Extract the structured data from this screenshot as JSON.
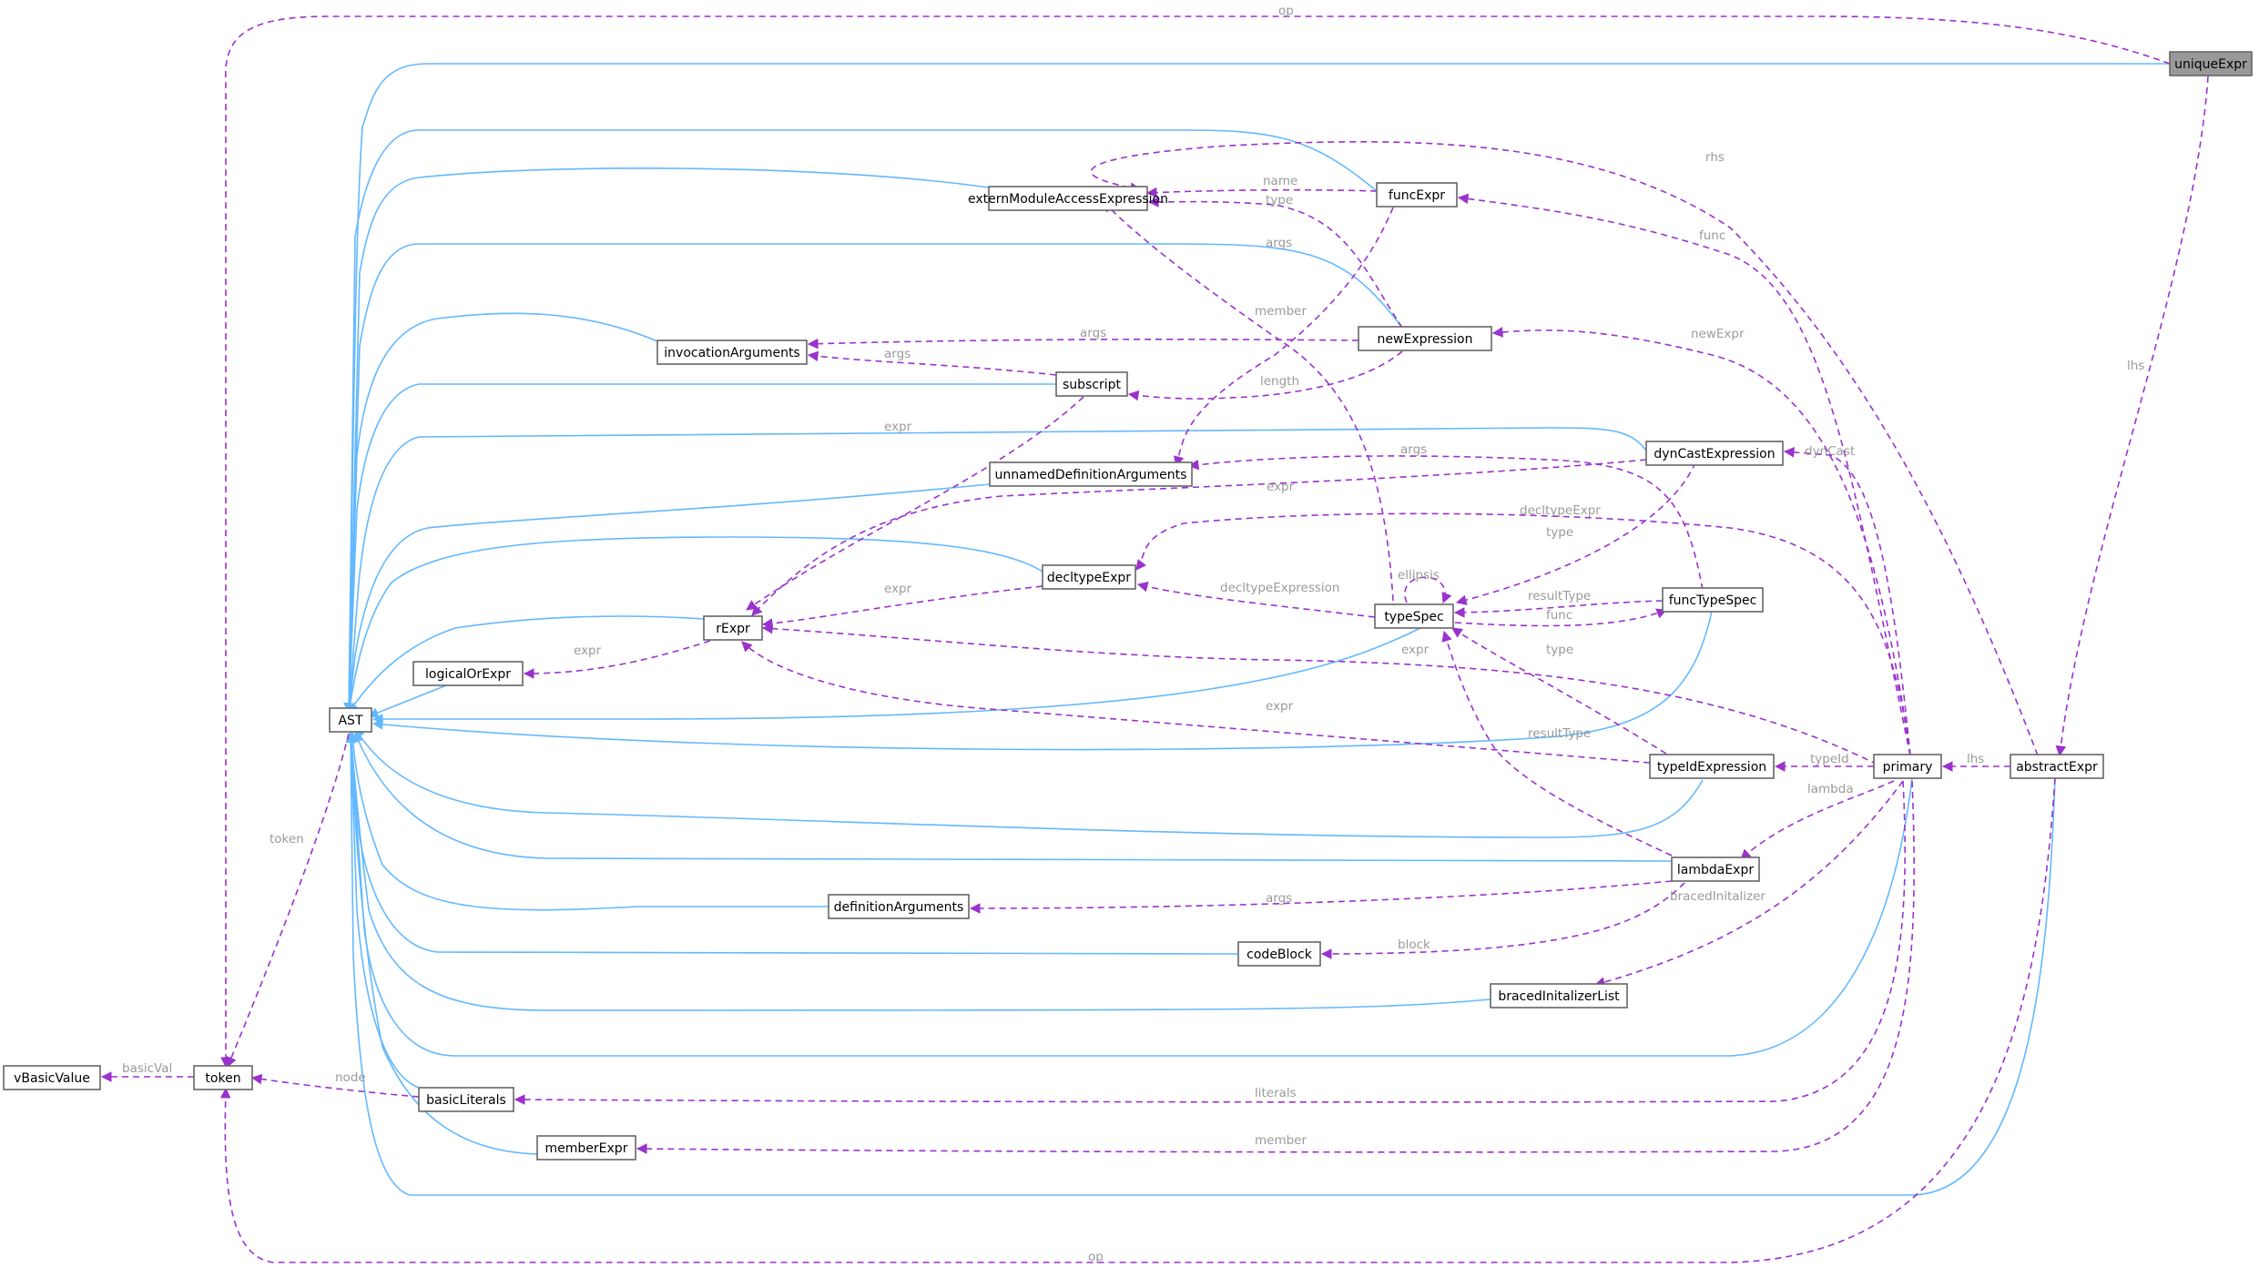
{
  "colors": {
    "inheritance_edge": "#63b8ff",
    "usage_edge": "#9a32cd",
    "edge_label": "#9a9a9a",
    "node_border": "#666666",
    "highlight_fill": "#999999"
  },
  "nodes": {
    "uniqueExpr": "uniqueExpr",
    "AST": "AST",
    "token": "token",
    "vBasicValue": "vBasicValue",
    "externModuleAccessExpression": "externModuleAccessExpression",
    "funcExpr": "funcExpr",
    "invocationArguments": "invocationArguments",
    "newExpression": "newExpression",
    "subscript": "subscript",
    "unnamedDefinitionArguments": "unnamedDefinitionArguments",
    "dynCastExpression": "dynCastExpression",
    "decltypeExpr": "decltypeExpr",
    "rExpr": "rExpr",
    "typeSpec": "typeSpec",
    "funcTypeSpec": "funcTypeSpec",
    "logicalOrExpr": "logicalOrExpr",
    "typeIdExpression": "typeIdExpression",
    "primary": "primary",
    "abstractExpr": "abstractExpr",
    "lambdaExpr": "lambdaExpr",
    "definitionArguments": "definitionArguments",
    "codeBlock": "codeBlock",
    "bracedInitalizerList": "bracedInitalizerList",
    "basicLiterals": "basicLiterals",
    "memberExpr": "memberExpr"
  },
  "edge_labels": {
    "op_top": "op",
    "op_bottom": "op",
    "rhs": "rhs",
    "lhs_unique": "lhs",
    "lhs_primary": "lhs",
    "func": "func",
    "name": "name",
    "type_new": "type",
    "args_func": "args",
    "args_new": "args",
    "args_sub": "args",
    "member_type": "member",
    "newExpr": "newExpr",
    "length": "length",
    "expr_sub": "expr",
    "args_unnamed": "args",
    "dynCast": "dynCast",
    "expr_dyn": "expr",
    "decltypeExpr": "decltypeExpr",
    "type_dyn": "type",
    "ellipsis": "ellipsis",
    "expr_decl": "expr",
    "decltypeExpression": "decltypeExpression",
    "resultType_fts": "resultType",
    "func_fts": "func",
    "expr_primary": "expr",
    "type_tid": "type",
    "expr_log": "expr",
    "expr_tid": "expr",
    "resultType_lambda": "resultType",
    "typeId": "typeId",
    "lambda": "lambda",
    "bracedInitalizer": "bracedInitalizer",
    "args_def": "args",
    "block": "block",
    "token": "token",
    "basicVal": "basicVal",
    "node": "node",
    "literals": "literals",
    "member": "member"
  }
}
